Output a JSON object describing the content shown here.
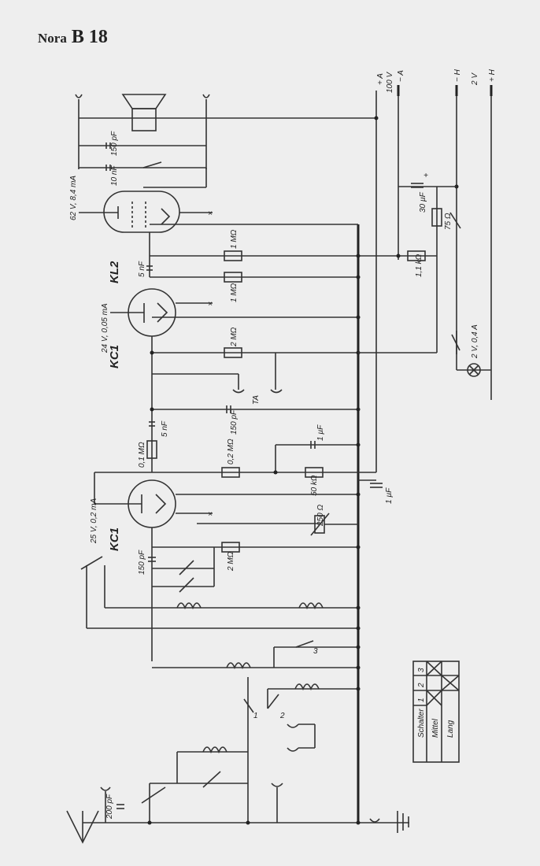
{
  "title": {
    "brand": "Nora",
    "model": "B 18"
  },
  "tubes": {
    "kl2": "KL2",
    "kc1_a": "KC1",
    "kc1_b": "KC1"
  },
  "tube_ratings": {
    "kl2": "62 V, 8,4 mA",
    "kc1_a": "24 V, 0,05 mA",
    "kc1_b": "25 V, 0,2 mA"
  },
  "components": {
    "c_150pF_top": "150 pF",
    "c_10nF": "10 nF",
    "c_5nF_a": "5 nF",
    "r_1M_a": "1 MΩ",
    "r_1M_b": "1 MΩ",
    "r_2M_a": "2 MΩ",
    "ta": "TA",
    "c_150pF_mid": "150 pF",
    "c_1uF_a": "1 µF",
    "r_0_2M": "0,2 MΩ",
    "r_0_1M": "0,1 MΩ",
    "c_5nF_b": "5 nF",
    "r_50k": "50 kΩ",
    "c_1uF_b": "1 µF",
    "r_250": "250 Ω",
    "r_2M_b": "2 MΩ",
    "c_150pF_low": "150 pF",
    "c_200pF": "200 pF",
    "c_30uF": "30 µF",
    "r_75": "75 Ω",
    "r_1_1k": "1,1 kΩ",
    "lamp": "2 V, 0,4 A",
    "plus": "+"
  },
  "supply": {
    "plus_a": "+ A",
    "v100": "100 V",
    "minus_a": "− A",
    "minus_h": "− H",
    "v2": "2 V",
    "plus_h": "+ H"
  },
  "switch_numbers": {
    "s1": "1",
    "s2": "2",
    "s3": "3"
  },
  "switch_table": {
    "header": "Schalter",
    "columns": [
      "1",
      "2",
      "3"
    ],
    "rows": [
      "Mittel",
      "Lang"
    ]
  }
}
